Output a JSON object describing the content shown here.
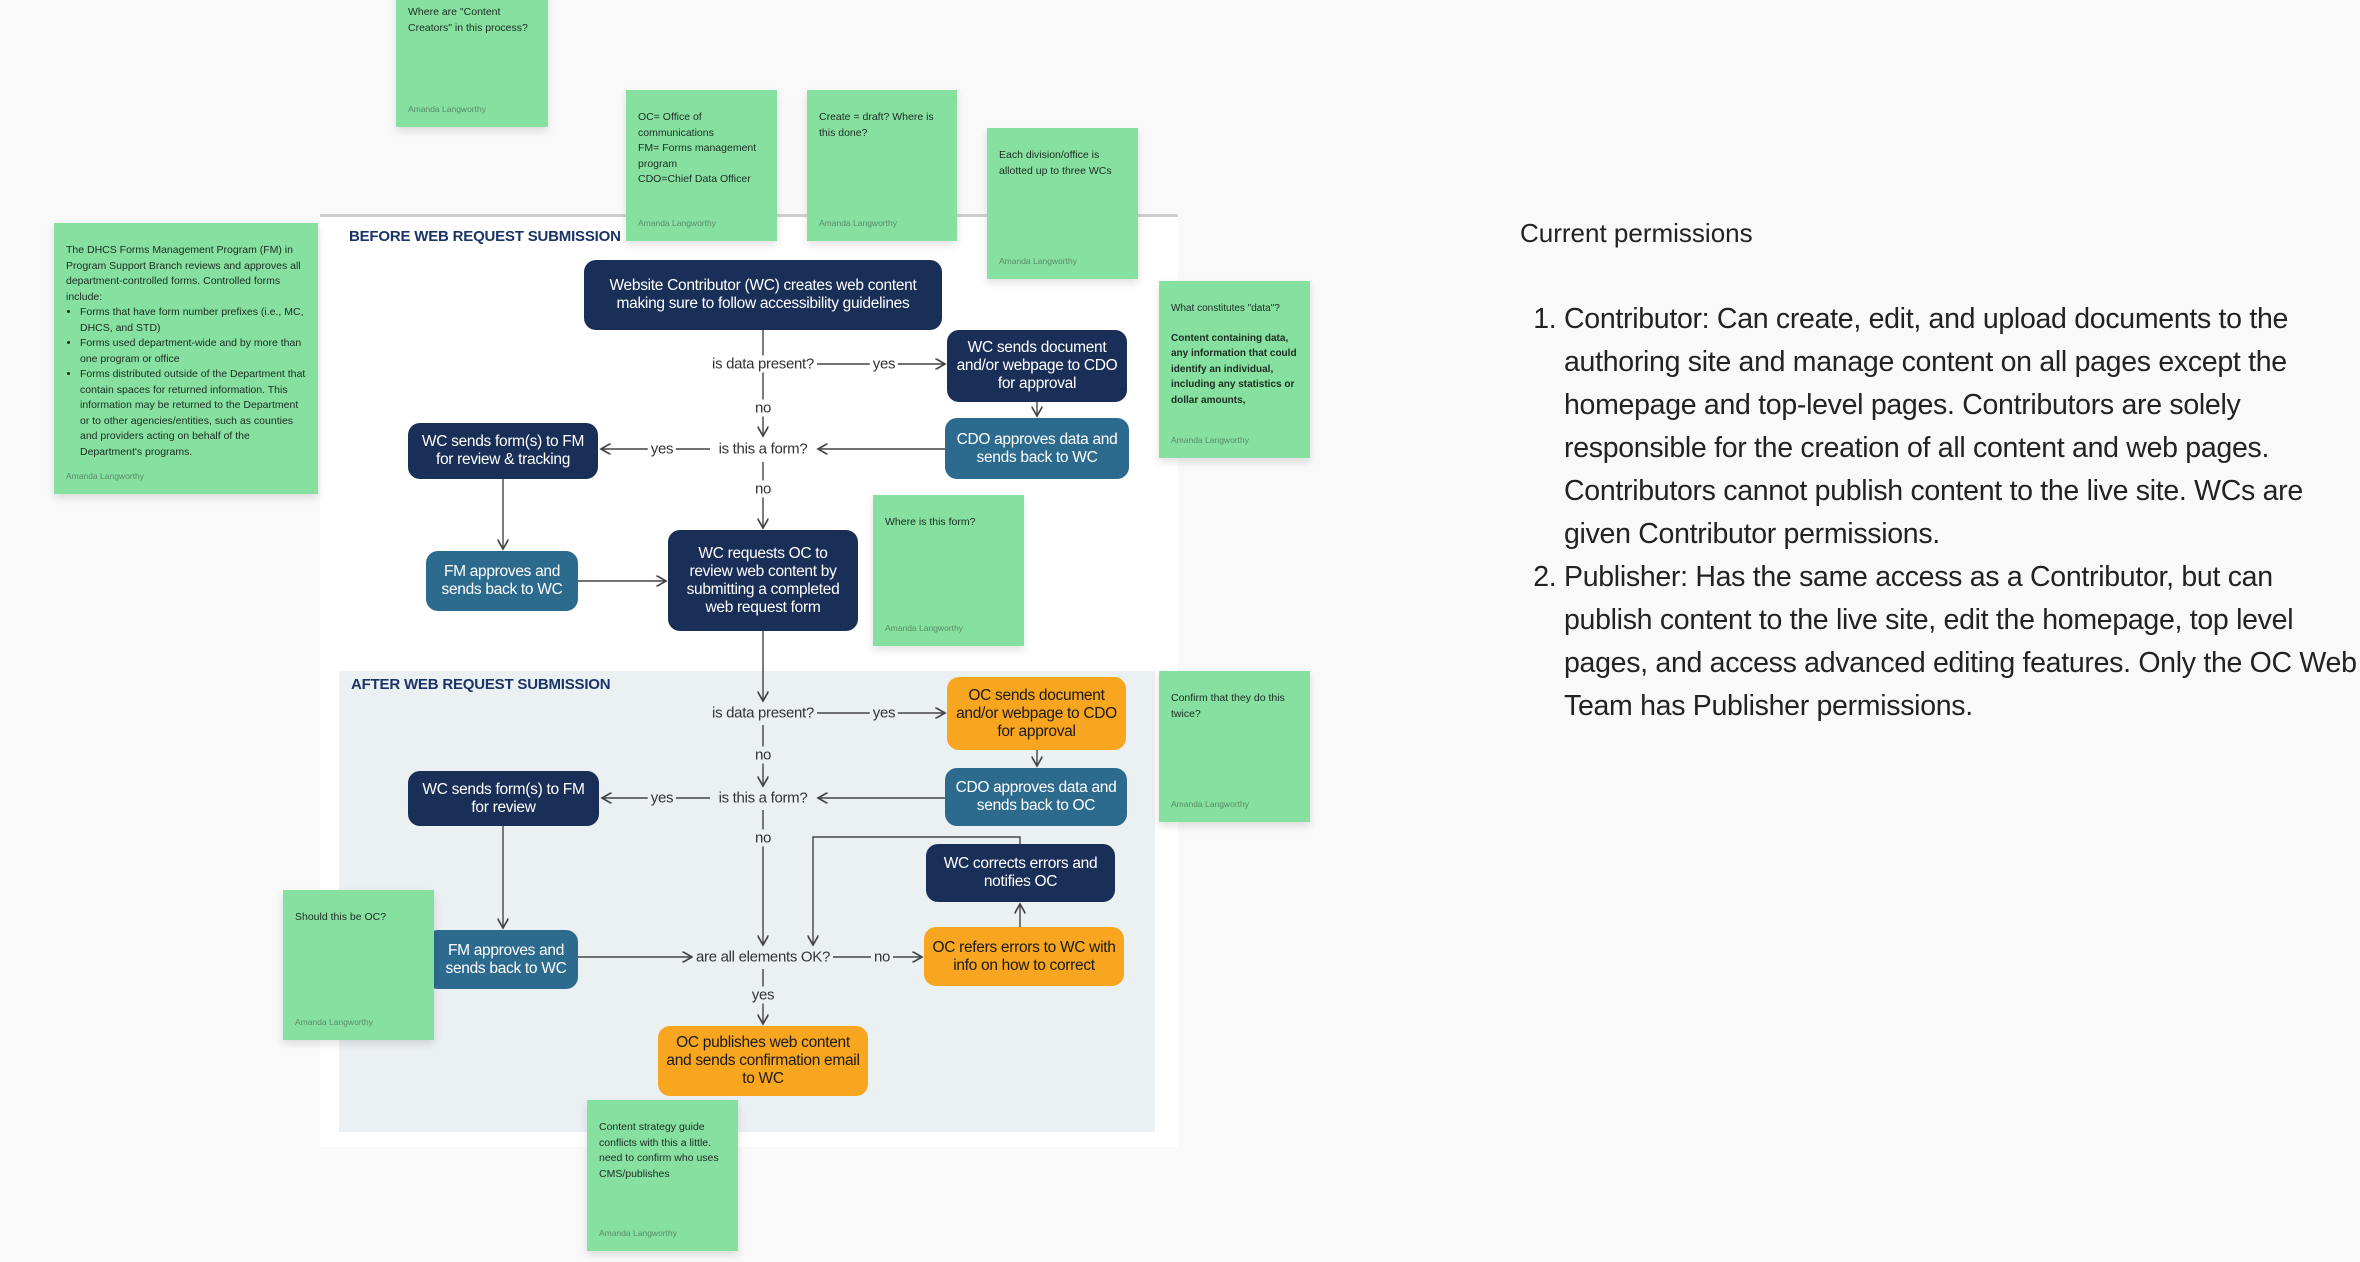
{
  "flowchart": {
    "before_header": "BEFORE WEB REQUEST SUBMISSION",
    "after_header": "AFTER WEB REQUEST SUBMISSION",
    "before_nodes": {
      "wc_creates": "Website Contributor (WC) creates web content making sure to follow accessibility guidelines",
      "wc_sends_cdo": "WC sends document and/or webpage to CDO for approval",
      "cdo_approves_wc": "CDO approves data and sends back to WC",
      "wc_sends_fm": "WC sends form(s) to FM for review & tracking",
      "fm_approves": "FM approves and sends back to WC",
      "wc_requests_oc": "WC requests OC to review web content by submitting a completed web request form"
    },
    "after_nodes": {
      "oc_sends_cdo": "OC sends document and/or webpage to CDO for approval",
      "cdo_approves_oc": "CDO approves data and sends back to OC",
      "wc_sends_fm": "WC sends form(s) to FM for review",
      "wc_corrects": "WC corrects errors and notifies OC",
      "oc_refers": "OC refers errors to WC with info on how to correct",
      "fm_approves": "FM approves and sends back to WC",
      "oc_publishes": "OC publishes web content and sends confirmation email to WC"
    },
    "labels": {
      "data_present": "is data present?",
      "is_form": "is this a form?",
      "all_ok": "are all elements OK?",
      "yes": "yes",
      "no": "no"
    },
    "colors": {
      "navy": "#1a2f57",
      "teal": "#2d6b8e",
      "orange": "#f8a51f",
      "sticky": "#86e0a0"
    }
  },
  "stickies": [
    {
      "text": "Where are \"Content Creators\" in this process?",
      "author": "Amanda Langworthy"
    },
    {
      "lines": [
        "OC= Office of communications",
        "FM= Forms management program",
        "CDO=Chief Data Officer"
      ],
      "author": "Amanda Langworthy"
    },
    {
      "text": "Create = draft? Where is this done?",
      "author": "Amanda Langworthy"
    },
    {
      "text": "Each division/office is allotted up to three WCs",
      "author": "Amanda Langworthy"
    },
    {
      "intro": "The DHCS Forms Management Program (FM) in Program Support Branch reviews and approves all department-controlled forms. Controlled forms include:",
      "bullets": [
        "Forms that have form number prefixes (i.e., MC, DHCS, and STD)",
        "Forms used department-wide and by more than one program or office",
        "Forms distributed outside of the Department that contain spaces for returned information. This information may be returned to the Department or to other agencies/entities, such as counties and providers acting on behalf of the Department's programs."
      ],
      "author": "Amanda Langworthy"
    },
    {
      "text": "What constitutes \"data\"?",
      "bold": "Content containing data, any information that could identify an individual, including any statistics or dollar amounts,",
      "author": "Amanda Langworthy"
    },
    {
      "text": "Where is this form?",
      "author": "Amanda Langworthy"
    },
    {
      "text": "Confirm that they do this twice?",
      "author": "Amanda Langworthy"
    },
    {
      "text": "Should this be OC?",
      "author": "Amanda Langworthy"
    },
    {
      "text": "Content strategy guide conflicts with this a little. need to confirm who uses CMS/publishes",
      "author": "Amanda Langworthy"
    }
  ],
  "permissions": {
    "title": "Current permissions",
    "items": [
      "Contributor: Can create, edit, and upload documents to the authoring site and manage content on all pages except the homepage and top-level pages. Contributors are solely responsible for the creation of all content and web pages. Contributors cannot publish content to the live site. WCs are given Contributor permissions.",
      "Publisher: Has the same access as a Contributor, but can publish content to the live site, edit the homepage, top level pages, and access advanced editing features. Only the OC Web Team has Publisher permissions."
    ]
  }
}
